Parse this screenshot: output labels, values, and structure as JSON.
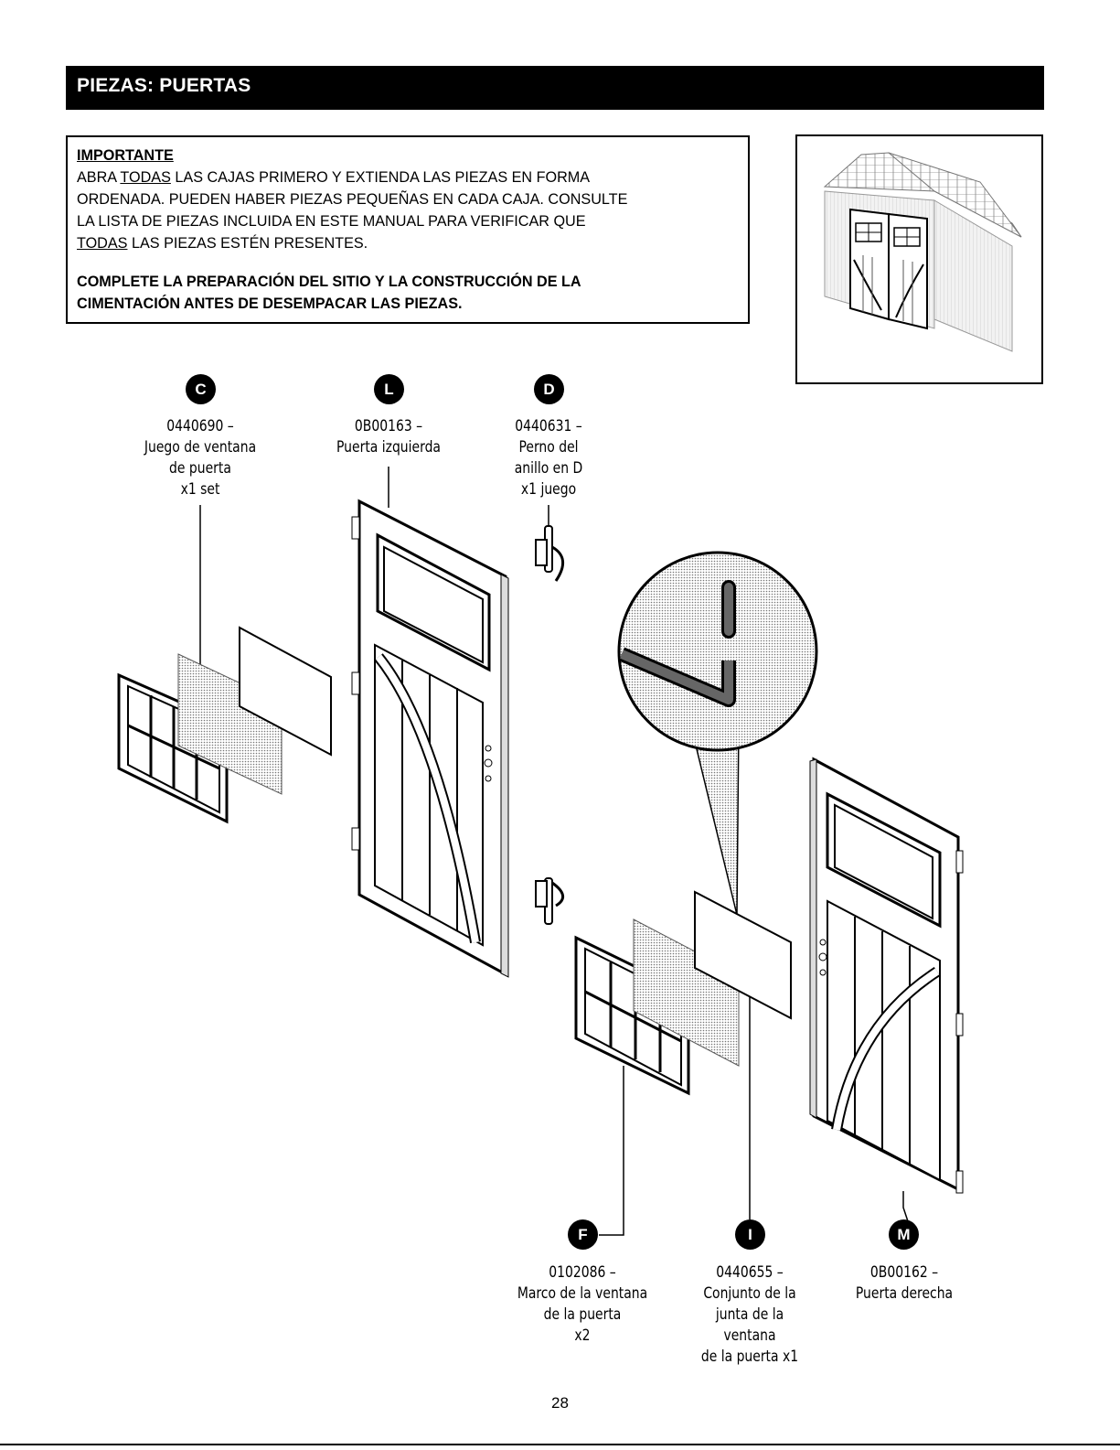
{
  "header": {
    "title": "PIEZAS: PUERTAS"
  },
  "notice": {
    "heading": "IMPORTANTE",
    "line1_pre": "ABRA ",
    "line1_u": "TODAS",
    "line1_post": " LAS CAJAS PRIMERO Y EXTIENDA LAS PIEZAS EN FORMA",
    "line2": "ORDENADA. PUEDEN HABER PIEZAS PEQUEÑAS EN CADA CAJA. CONSULTE",
    "line3": "LA LISTA DE PIEZAS INCLUIDA EN ESTE MANUAL PARA VERIFICAR QUE",
    "line4_u": "TODAS",
    "line4_post": " LAS PIEZAS ESTÉN PRESENTES.",
    "warn1": "COMPLETE LA PREPARACIÓN DEL SITIO Y LA CONSTRUCCIÓN DE LA",
    "warn2": "CIMENTACIÓN ANTES DE DESEMPACAR LAS PIEZAS."
  },
  "parts": {
    "c": {
      "letter": "C",
      "lines": [
        "0440690 –",
        "Juego de ventana",
        "de puerta",
        "x1 set"
      ]
    },
    "l": {
      "letter": "L",
      "lines": [
        "0B00163 –",
        "Puerta izquierda"
      ]
    },
    "d": {
      "letter": "D",
      "lines": [
        "0440631 –",
        "Perno del",
        "anillo en D",
        "x1 juego"
      ]
    },
    "f": {
      "letter": "F",
      "lines": [
        "0102086 –",
        "Marco de la ventana",
        "de la puerta",
        "x2"
      ]
    },
    "i": {
      "letter": "I",
      "lines": [
        "0440655 –",
        "Conjunto de la",
        "junta de la",
        "ventana",
        "de la puerta x1"
      ]
    },
    "m": {
      "letter": "M",
      "lines": [
        "0B00162 –",
        "Puerta derecha"
      ]
    }
  },
  "page": {
    "number": "28"
  }
}
